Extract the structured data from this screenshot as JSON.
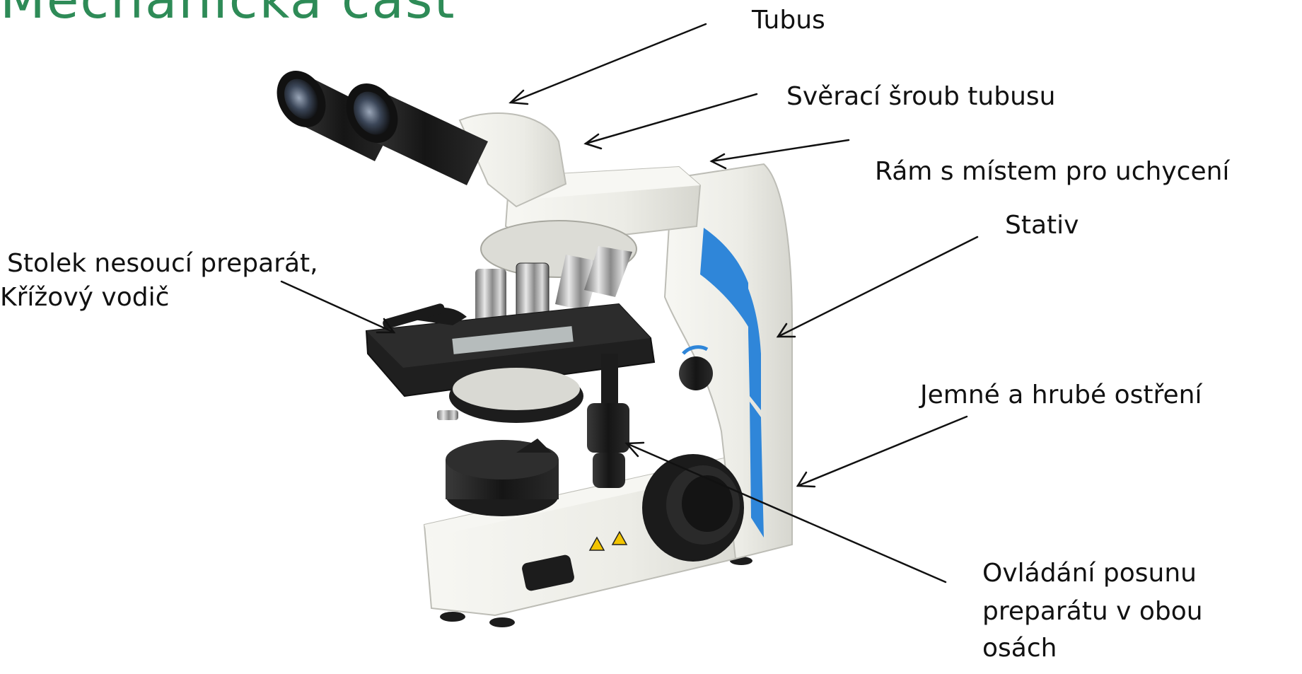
{
  "title_fragment": "Mechanická část",
  "labels": {
    "tubus": "Tubus",
    "sveraci_sroub": "Svěrací šroub tubusu",
    "ram": "Rám s místem pro uchycení",
    "stativ": "Stativ",
    "stolek_line1": "Stolek nesoucí preparát,",
    "stolek_line2": "Křížový vodič",
    "ostreni": "Jemné a hrubé ostření",
    "ovladani_line1": "Ovládání posunu",
    "ovladani_line2": "preparátu v obou",
    "ovladani_line3": "osách"
  },
  "colors": {
    "title": "#2e8b57",
    "label_text": "#111111",
    "arrow": "#111111",
    "body_white": "#efefea",
    "body_shadow": "#cfcfc8",
    "black_parts": "#1c1c1c",
    "blue_strip": "#2f86d9"
  }
}
